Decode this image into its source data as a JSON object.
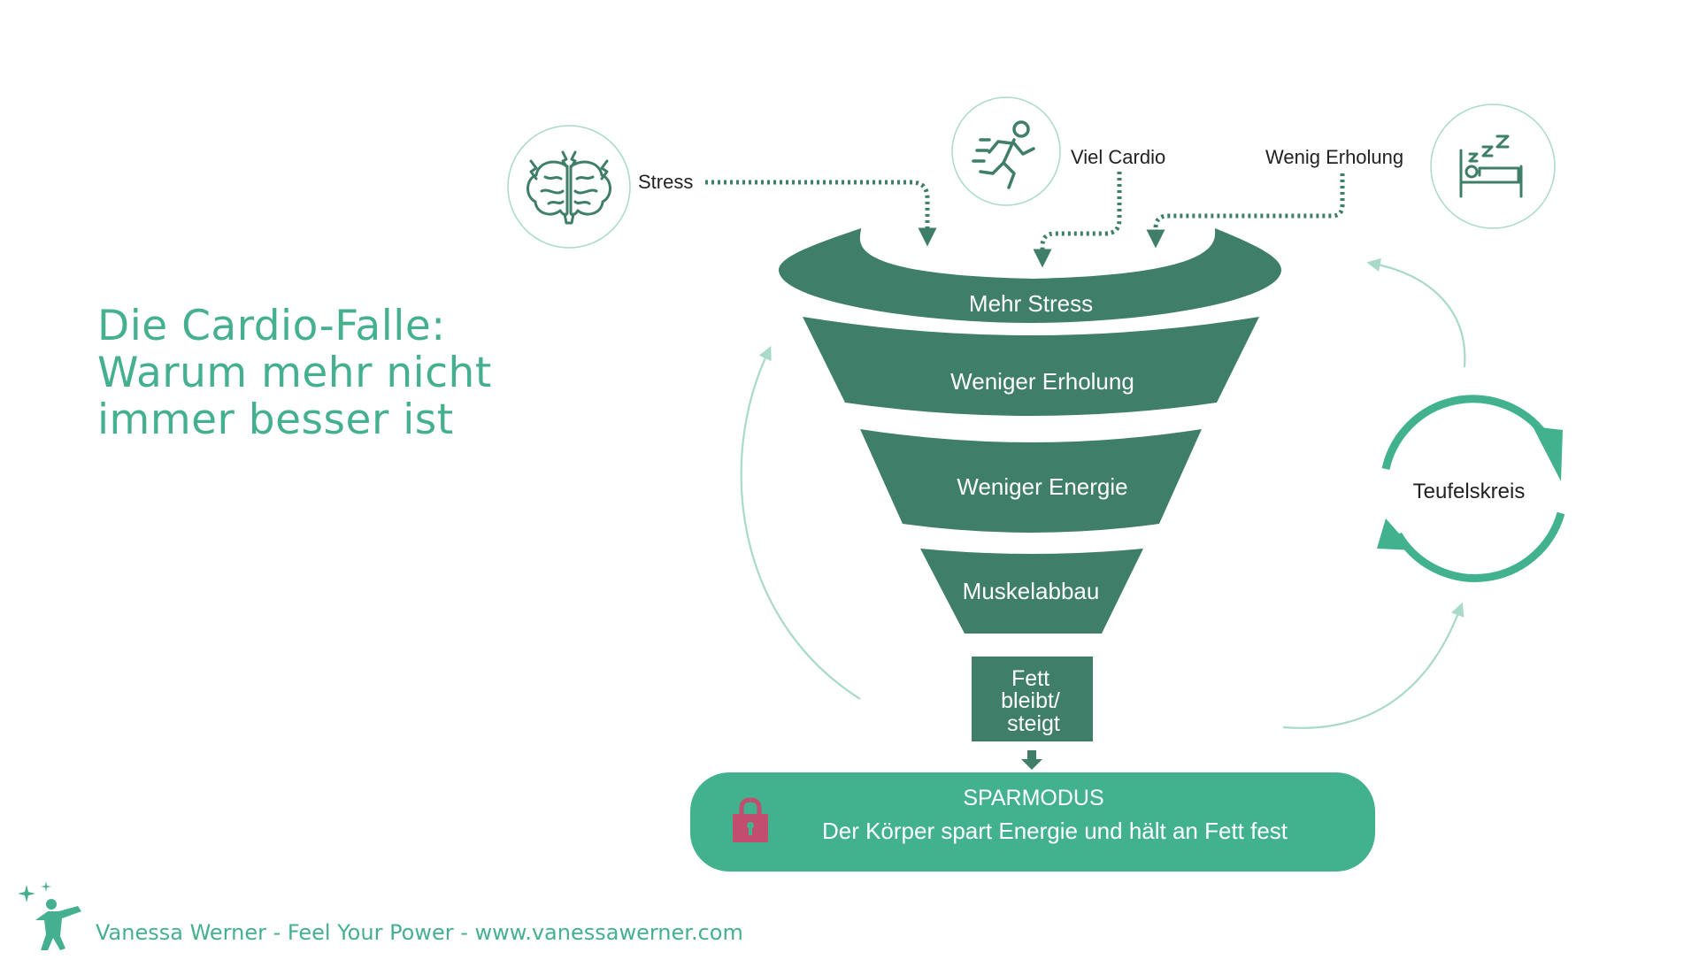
{
  "title": {
    "line1": "Die Cardio-Falle:",
    "line2": "Warum mehr nicht",
    "line3": "immer besser ist"
  },
  "inputs": {
    "stress": "Stress",
    "cardio": "Viel Cardio",
    "rest": "Wenig Erholung"
  },
  "funnel": {
    "level1": "Mehr Stress",
    "level2": "Weniger Erholung",
    "level3": "Weniger Energie",
    "level4": "Muskelabbau",
    "outlet": [
      "Fett",
      "bleibt/",
      "steigt"
    ]
  },
  "result": {
    "title": "SPARMODUS",
    "text": "Der Körper spart Energie und hält an Fett fest"
  },
  "cycle": {
    "label": "Teufelskreis"
  },
  "footer": {
    "text": "Vanessa Werner - Feel Your Power - www.vanessawerner.com"
  },
  "colors": {
    "brand_green": "#45b08f",
    "funnel_dark": "#3f7f69",
    "bar_green": "#42b28e",
    "lock_pink": "#c24d6e",
    "light_green": "#a9d9c7"
  },
  "icons": {
    "brain": "brain-icon",
    "runner": "runner-icon",
    "sleep": "sleep-icon",
    "lock": "lock-icon",
    "cycle": "cycle-arrows-icon",
    "logo": "superhero-logo-icon"
  }
}
